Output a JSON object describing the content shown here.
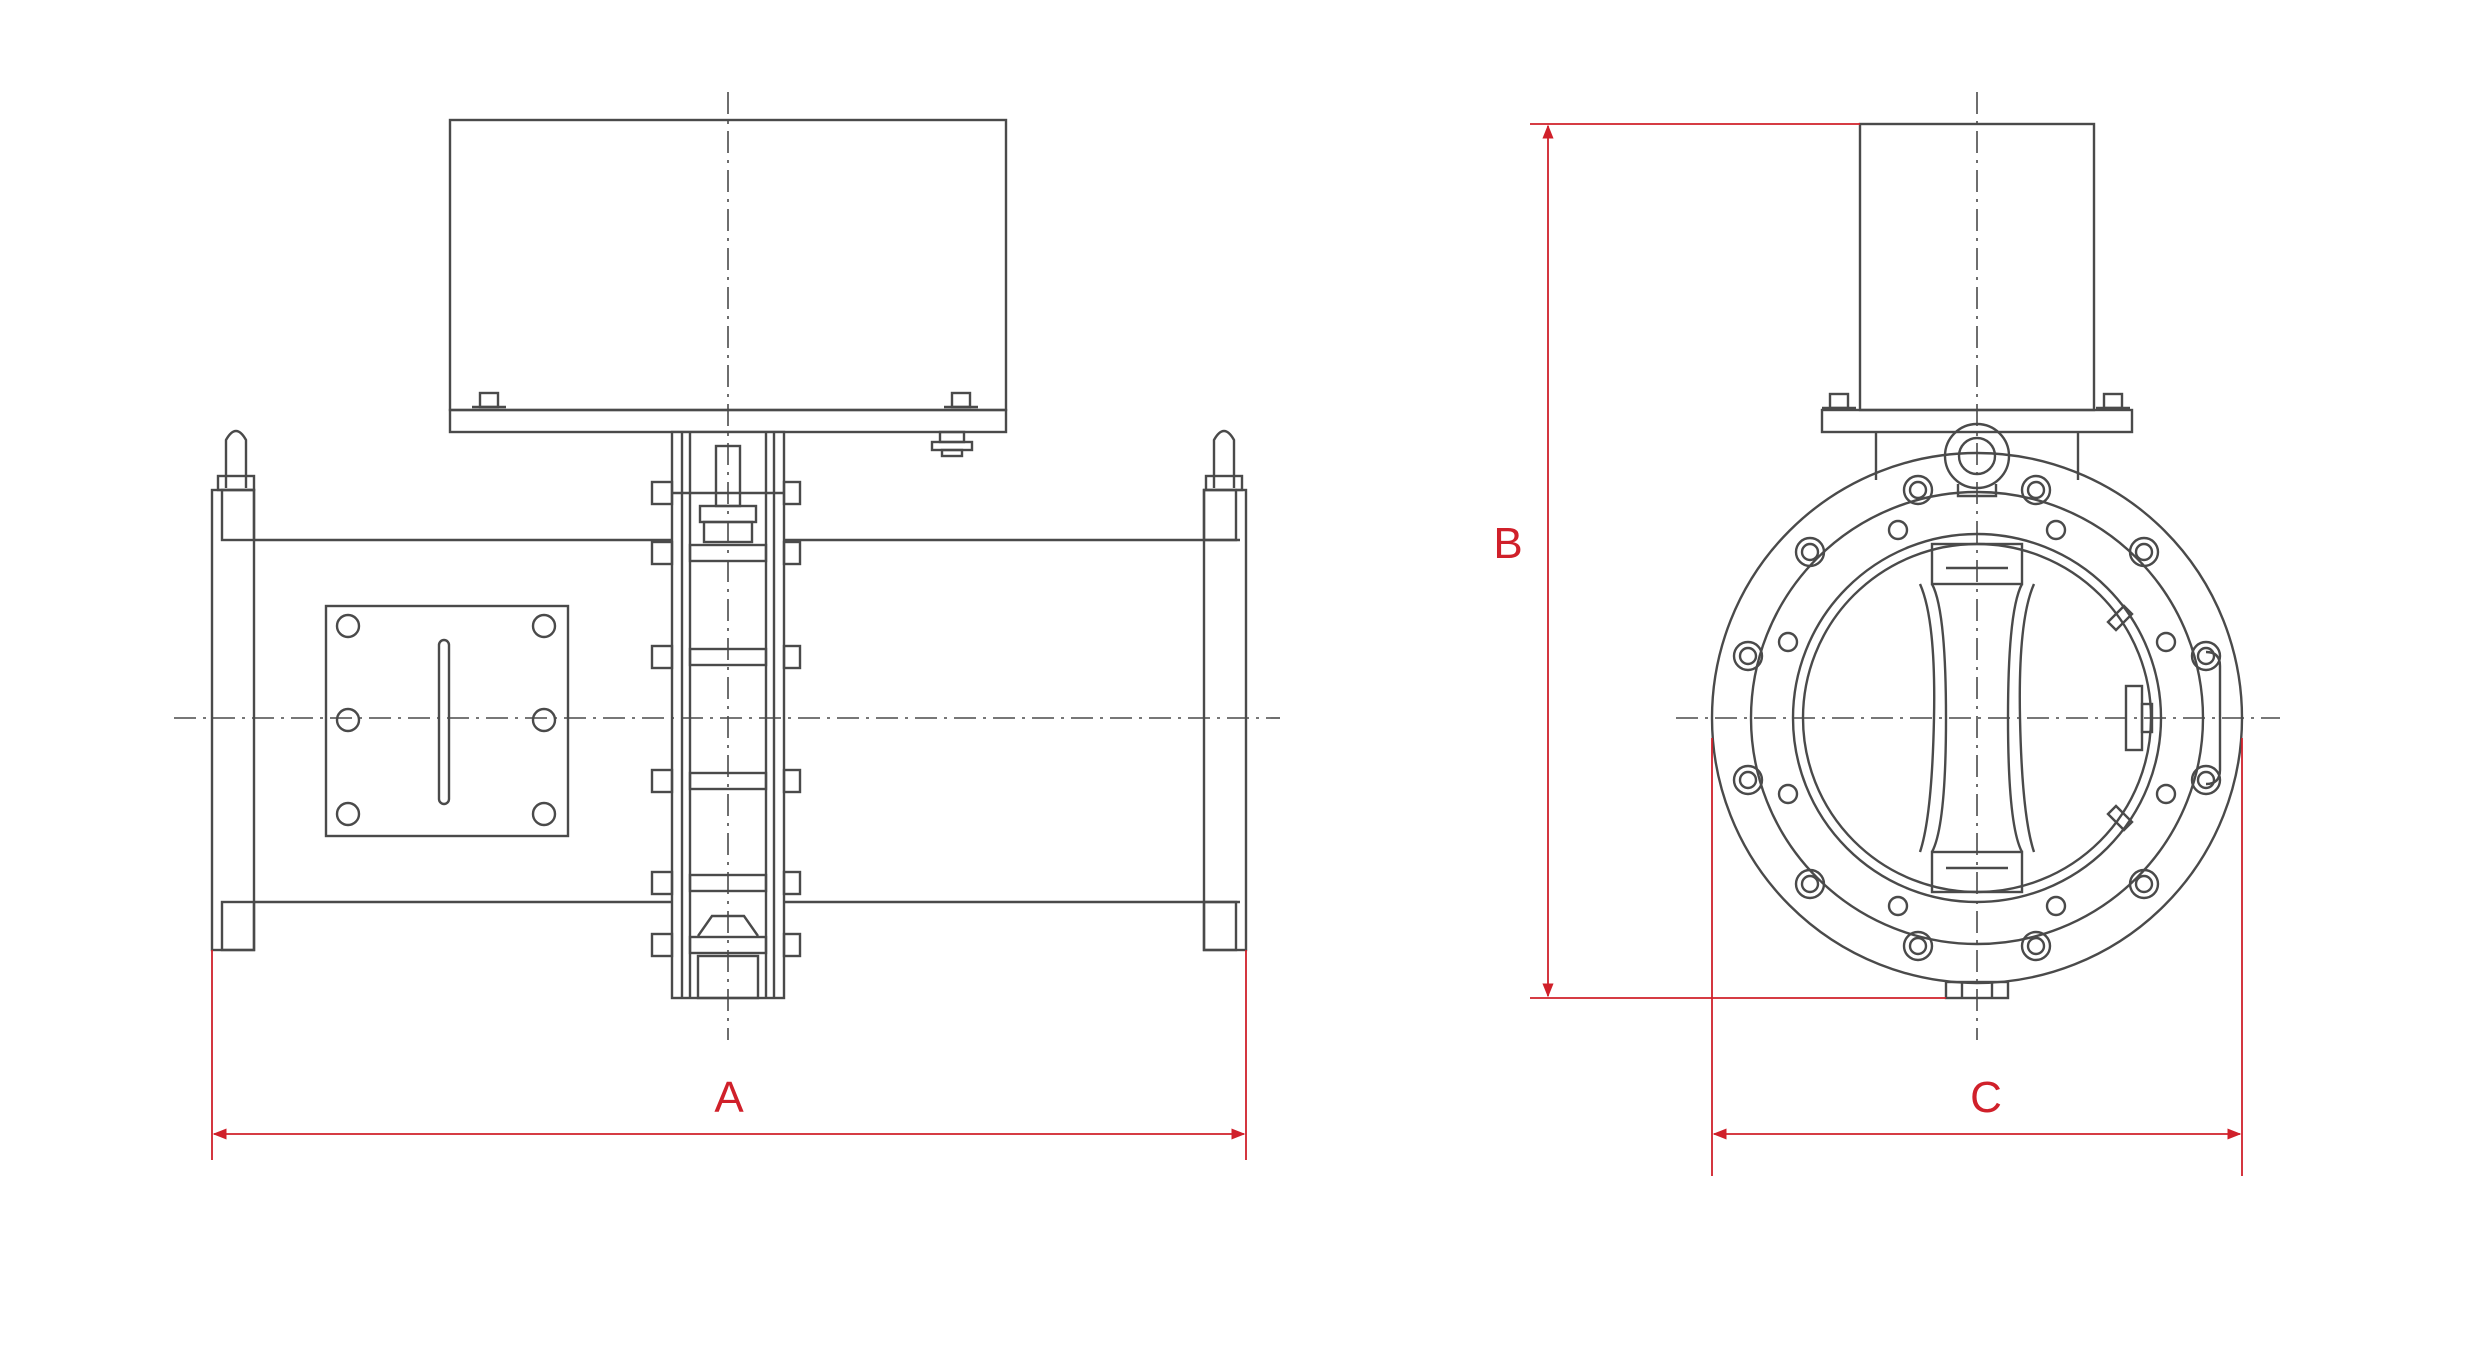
{
  "dimensions": {
    "a": "A",
    "b": "B",
    "c": "C"
  },
  "colors": {
    "line": "#4a4a4a",
    "dimension": "#d0202a",
    "background": "#ffffff"
  }
}
